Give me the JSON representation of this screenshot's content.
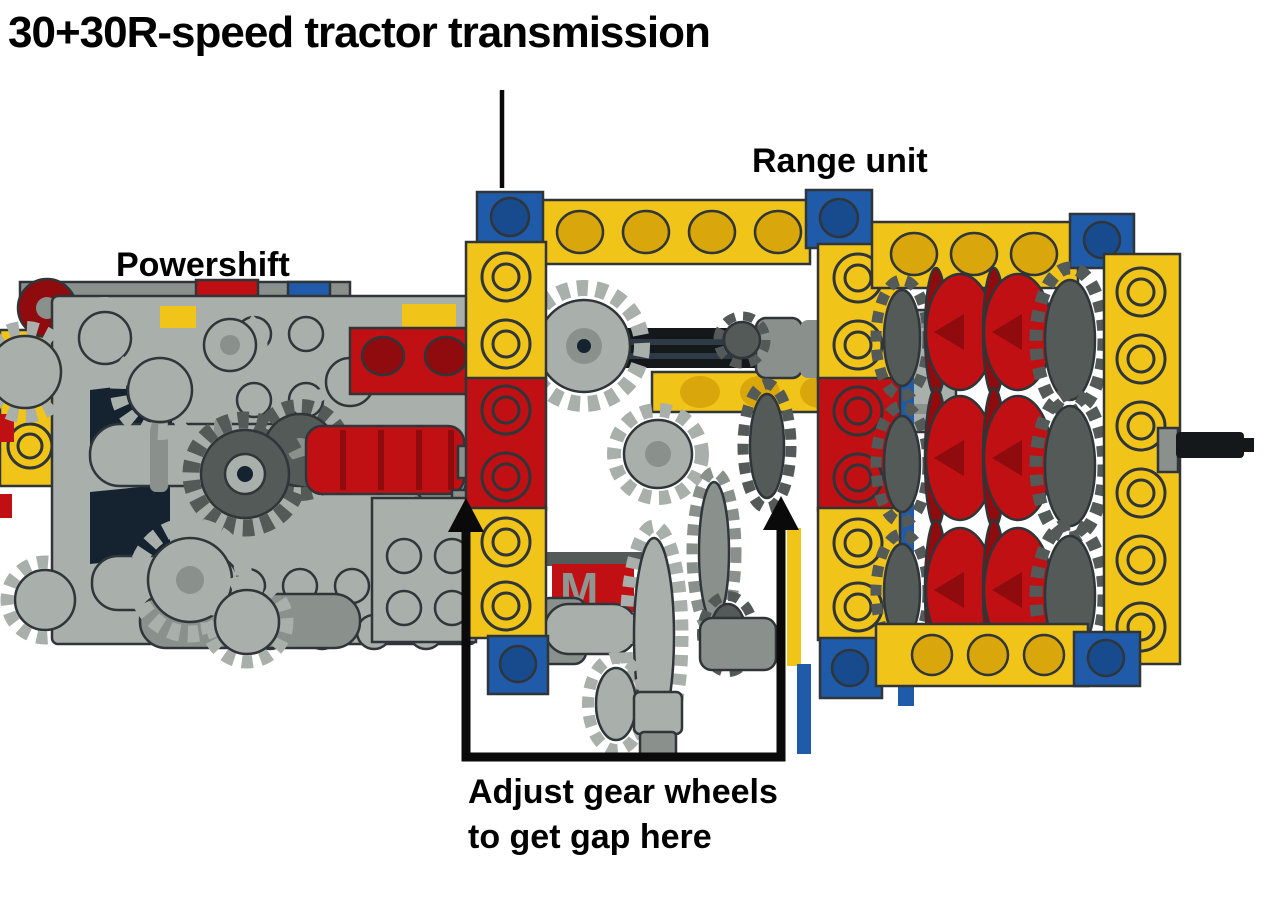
{
  "title": "30+30R-speed tractor transmission",
  "labels": {
    "powershift": "Powershift",
    "range_unit": "Range unit",
    "adjust_note_line1": "Adjust gear wheels",
    "adjust_note_line2": "to get gap here",
    "motor_letter": "M"
  },
  "colors": {
    "yellow": "#F0C419",
    "yellow_dark": "#D9A70C",
    "blue": "#1F5BA8",
    "blue_dark": "#174B8D",
    "red": "#C01013",
    "red_dark": "#8F0B0D",
    "gray": "#A9AFAB",
    "gray_mid": "#8A918D",
    "gray_dark": "#545A57",
    "navy": "#152330",
    "black": "#14181B",
    "outline": "#2F3539",
    "annotation": "#0A0A0A",
    "background": "#FFFFFF",
    "motor_m": "#8E9692",
    "text": "#000000"
  }
}
